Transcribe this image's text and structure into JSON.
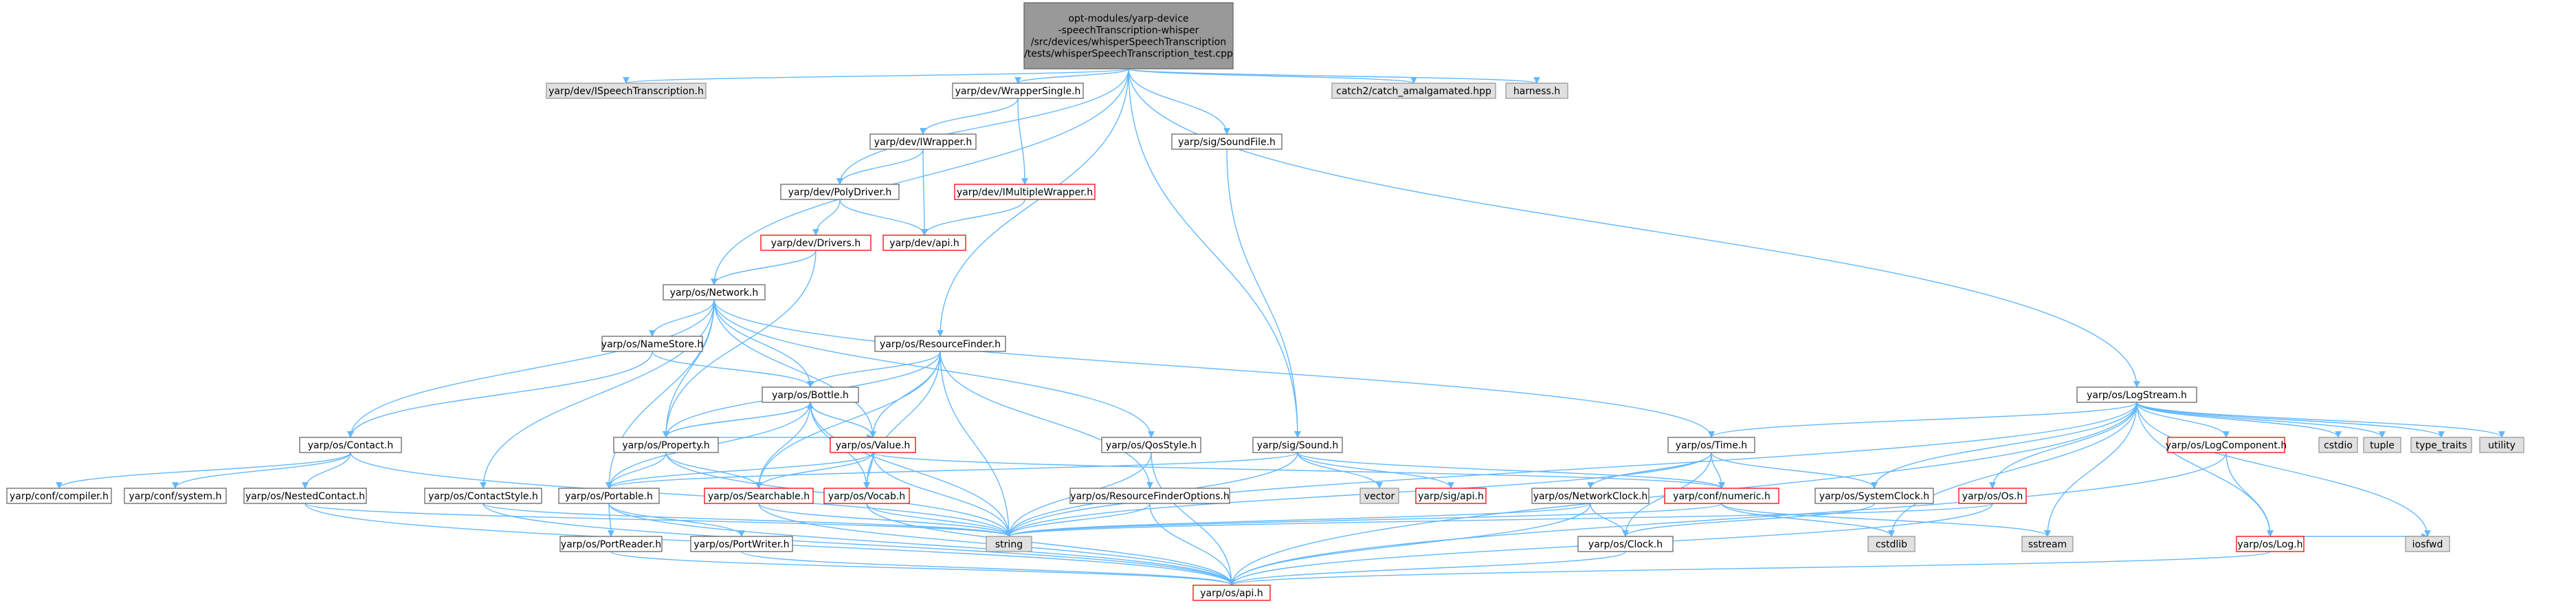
{
  "diagram": {
    "root": [
      "opt-modules/yarp-device",
      "-speechTranscription-whisper",
      "/src/devices/whisperSpeechTranscription",
      "/tests/whisperSpeechTranscription_test.cpp"
    ],
    "nodes": {
      "iSpeech": "yarp/dev/ISpeechTranscription.h",
      "wrapperSingle": "yarp/dev/WrapperSingle.h",
      "soundFile": "yarp/sig/SoundFile.h",
      "catch2": "catch2/catch_amalgamated.hpp",
      "harness": "harness.h",
      "iWrapper": "yarp/dev/IWrapper.h",
      "iMultiple": "yarp/dev/IMultipleWrapper.h",
      "polyDriver": "yarp/dev/PolyDriver.h",
      "drivers": "yarp/dev/Drivers.h",
      "devApi": "yarp/dev/api.h",
      "network": "yarp/os/Network.h",
      "nameStore": "yarp/os/NameStore.h",
      "resourceFinder": "yarp/os/ResourceFinder.h",
      "bottle": "yarp/os/Bottle.h",
      "logStream": "yarp/os/LogStream.h",
      "contact": "yarp/os/Contact.h",
      "property": "yarp/os/Property.h",
      "value": "yarp/os/Value.h",
      "qosStyle": "yarp/os/QosStyle.h",
      "sigSound": "yarp/sig/Sound.h",
      "time": "yarp/os/Time.h",
      "logComponent": "yarp/os/LogComponent.h",
      "cstdio": "cstdio",
      "tuple": "tuple",
      "typeTraits": "type_traits",
      "utility": "utility",
      "compiler": "yarp/conf/compiler.h",
      "confSystem": "yarp/conf/system.h",
      "nestedContact": "yarp/os/NestedContact.h",
      "contactStyle": "yarp/os/ContactStyle.h",
      "portable": "yarp/os/Portable.h",
      "searchable": "yarp/os/Searchable.h",
      "vocab": "yarp/os/Vocab.h",
      "rfOptions": "yarp/os/ResourceFinderOptions.h",
      "vector": "vector",
      "sigApi": "yarp/sig/api.h",
      "networkClock": "yarp/os/NetworkClock.h",
      "numeric": "yarp/conf/numeric.h",
      "systemClock": "yarp/os/SystemClock.h",
      "osOs": "yarp/os/Os.h",
      "osLog": "yarp/os/Log.h",
      "portReader": "yarp/os/PortReader.h",
      "portWriter": "yarp/os/PortWriter.h",
      "string": "string",
      "clock": "yarp/os/Clock.h",
      "cstdlib": "cstdlib",
      "sstream": "sstream",
      "iosfwd": "iosfwd",
      "osApi": "yarp/os/api.h"
    }
  }
}
